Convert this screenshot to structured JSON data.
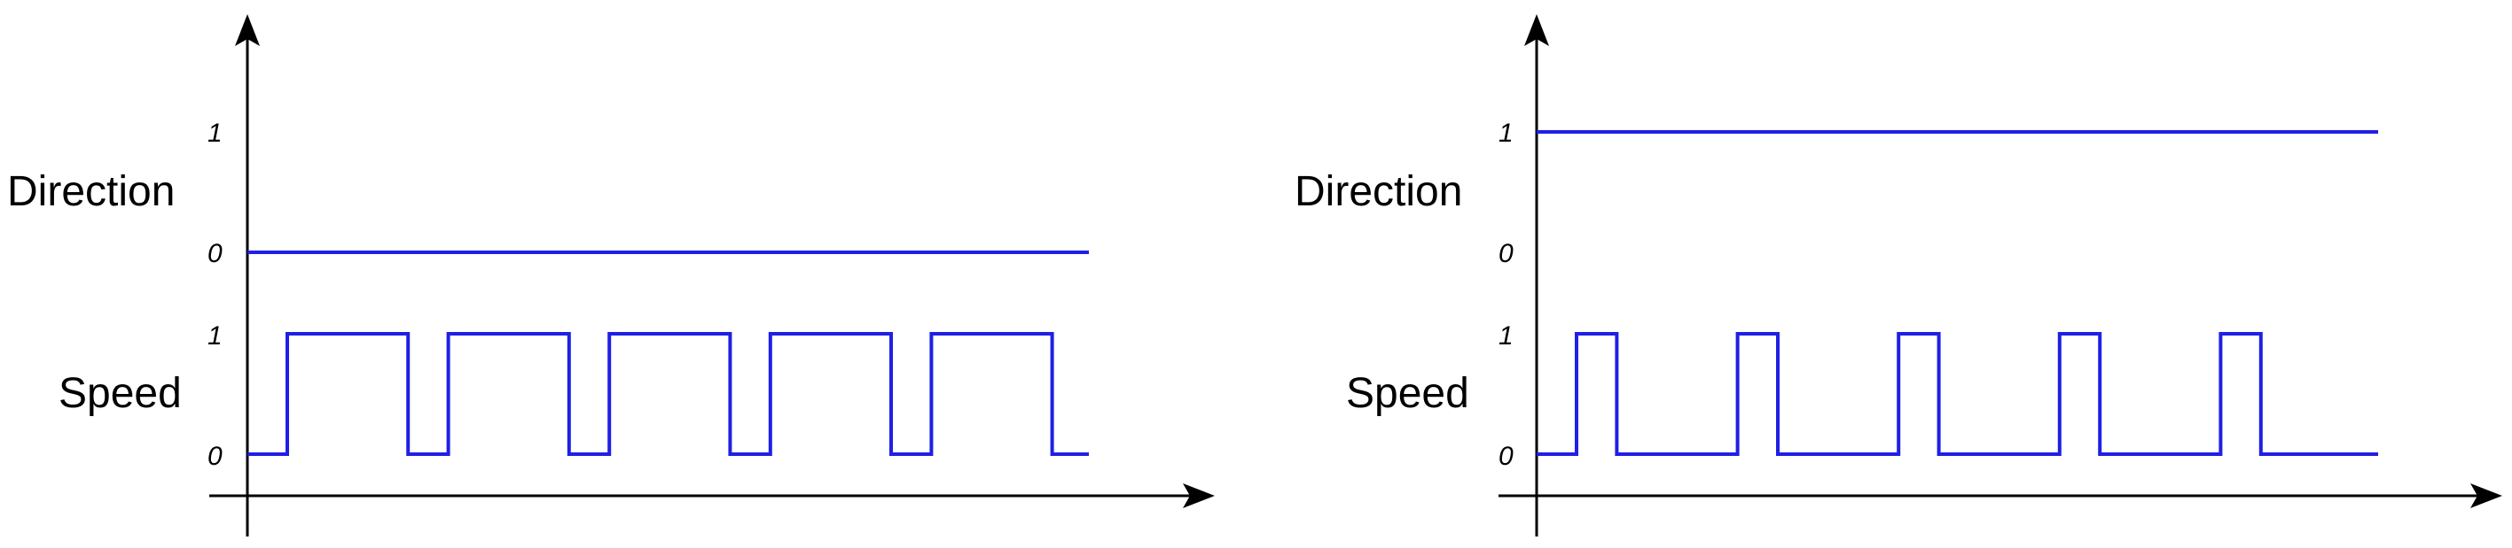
{
  "colors": {
    "signal": "#1f1fe6",
    "axis": "#000000"
  },
  "panels": [
    {
      "direction_label": "Direction",
      "speed_label": "Speed",
      "direction_ticks": [
        "1",
        "0"
      ],
      "speed_ticks": [
        "1",
        "0"
      ],
      "direction_level": 0,
      "speed_high_ratio": 0.75,
      "pulse_count": 5
    },
    {
      "direction_label": "Direction",
      "speed_label": "Speed",
      "direction_ticks": [
        "1",
        "0"
      ],
      "speed_ticks": [
        "1",
        "0"
      ],
      "direction_level": 1,
      "speed_high_ratio": 0.25,
      "pulse_count": 5
    }
  ]
}
